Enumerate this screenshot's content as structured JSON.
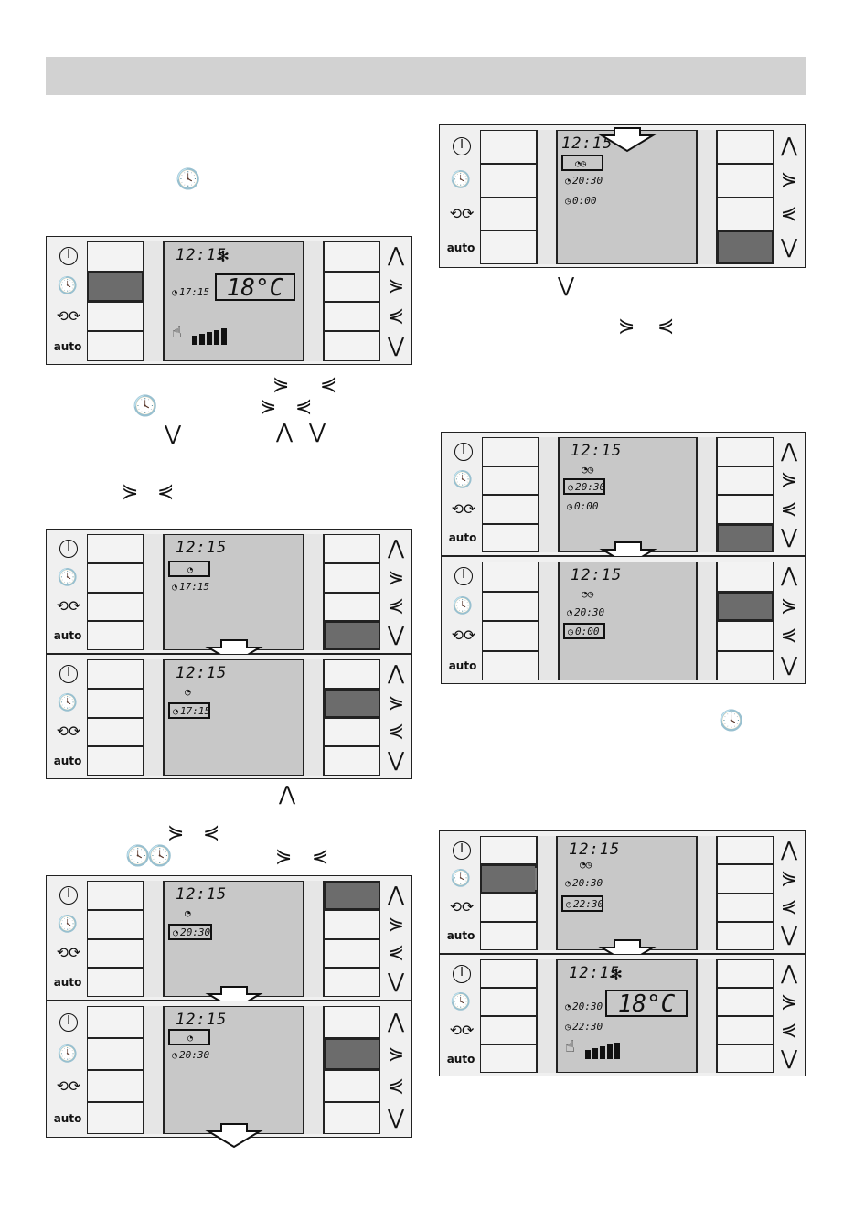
{
  "glyphs": {
    "clock": "🕓",
    "up": "⋀",
    "down": "⋁",
    "right": "⋟",
    "left": "⋞",
    "snow": "✻",
    "hand": "☝"
  },
  "mode_labels": {
    "auto": "auto",
    "power": "I"
  },
  "lcd": {
    "time": "12:15",
    "temp": "18°C",
    "t1": "17:15",
    "t2": "20:30",
    "t3": "0:00",
    "t4": "22:30"
  }
}
